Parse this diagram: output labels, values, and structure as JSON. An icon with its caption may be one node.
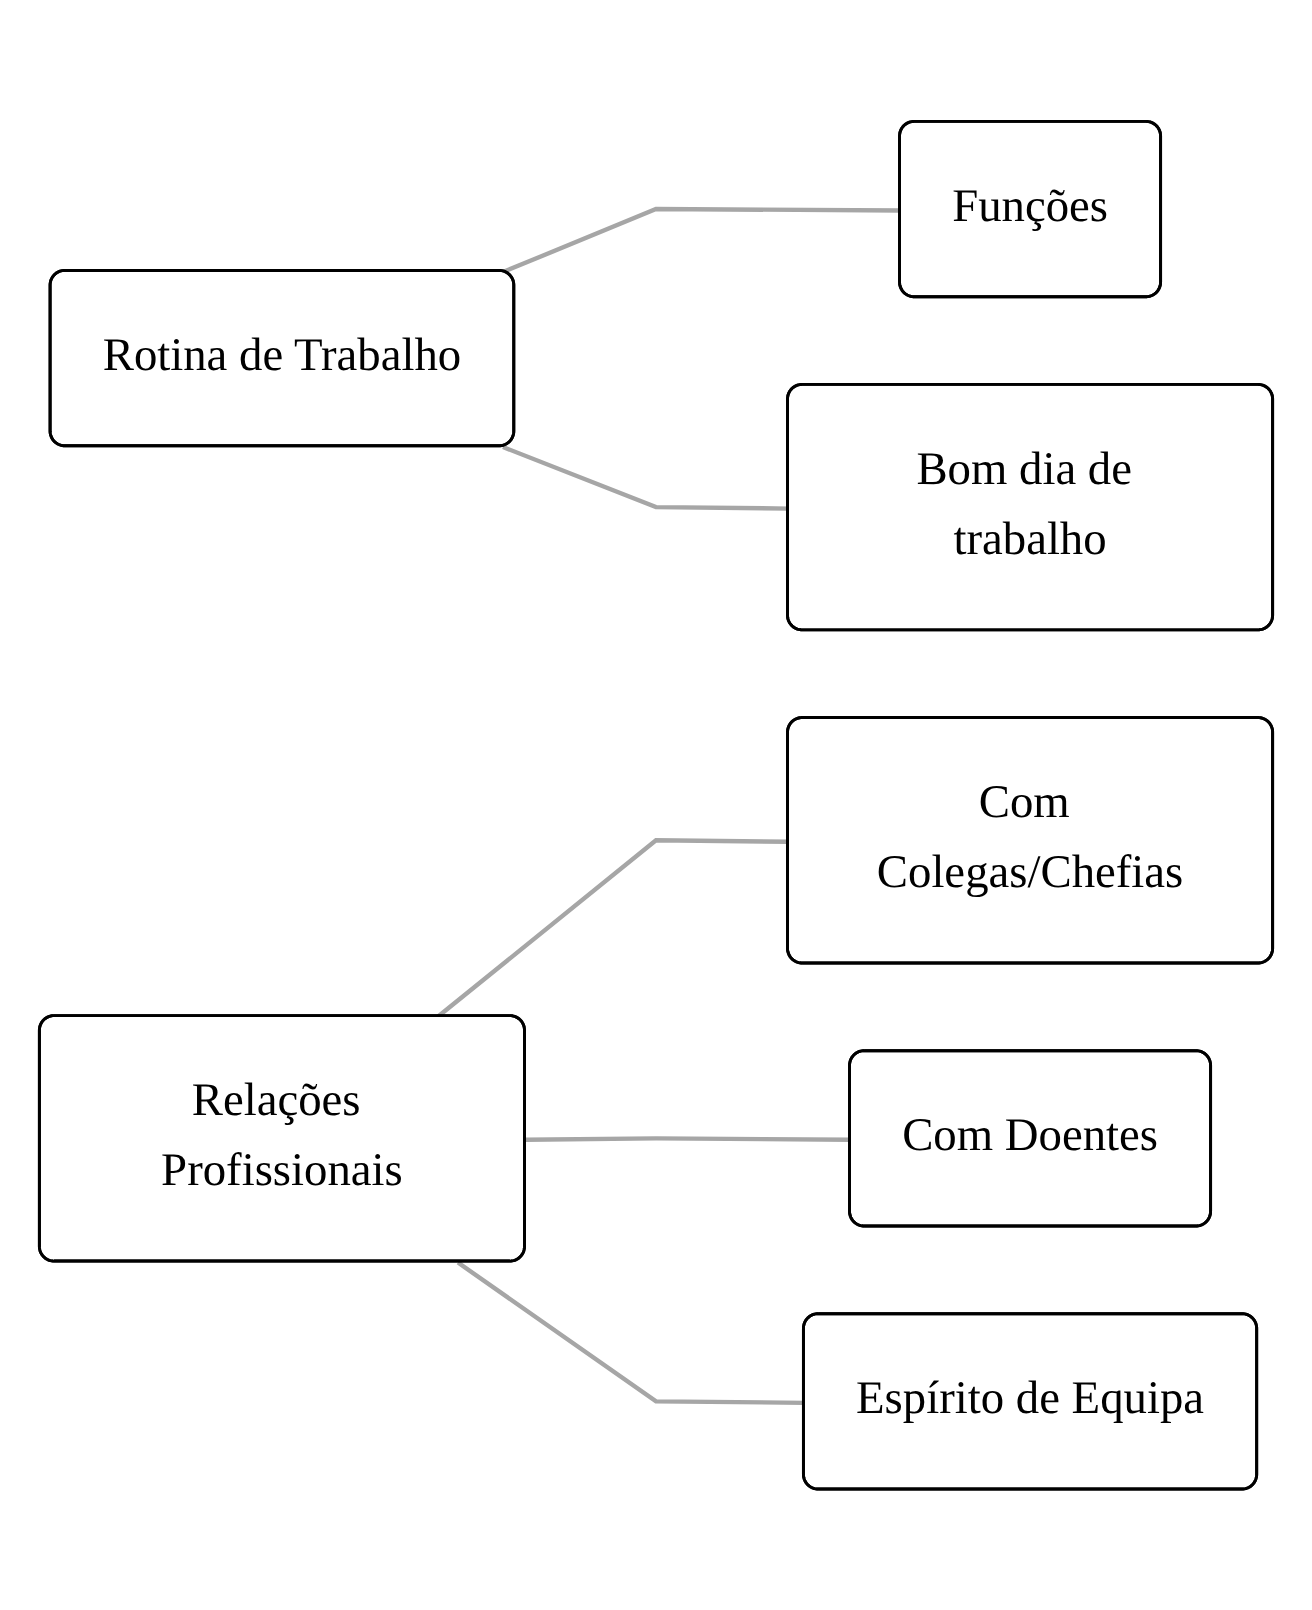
{
  "diagram": {
    "nodes": [
      {
        "text": [
          "Rotina de Trabalho"
        ]
      },
      {
        "text": [
          "Funções"
        ]
      },
      {
        "text": [
          "Bom dia de trabalho"
        ]
      },
      {
        "text": [
          "Com Colegas/Chefias"
        ]
      },
      {
        "text": [
          "Relações Profissionais"
        ]
      },
      {
        "text": [
          "Com Doentes"
        ]
      },
      {
        "text": [
          "Espírito de Equipa"
        ]
      }
    ],
    "edges": [
      {
        "from": 0,
        "to": 1,
        "arrow": "none"
      },
      {
        "from": 0,
        "to": 2,
        "arrow": "none"
      },
      {
        "from": 4,
        "to": 3,
        "arrow": "none"
      },
      {
        "from": 4,
        "to": 5,
        "arrow": "none"
      },
      {
        "from": 4,
        "to": 6,
        "arrow": "none"
      }
    ]
  }
}
